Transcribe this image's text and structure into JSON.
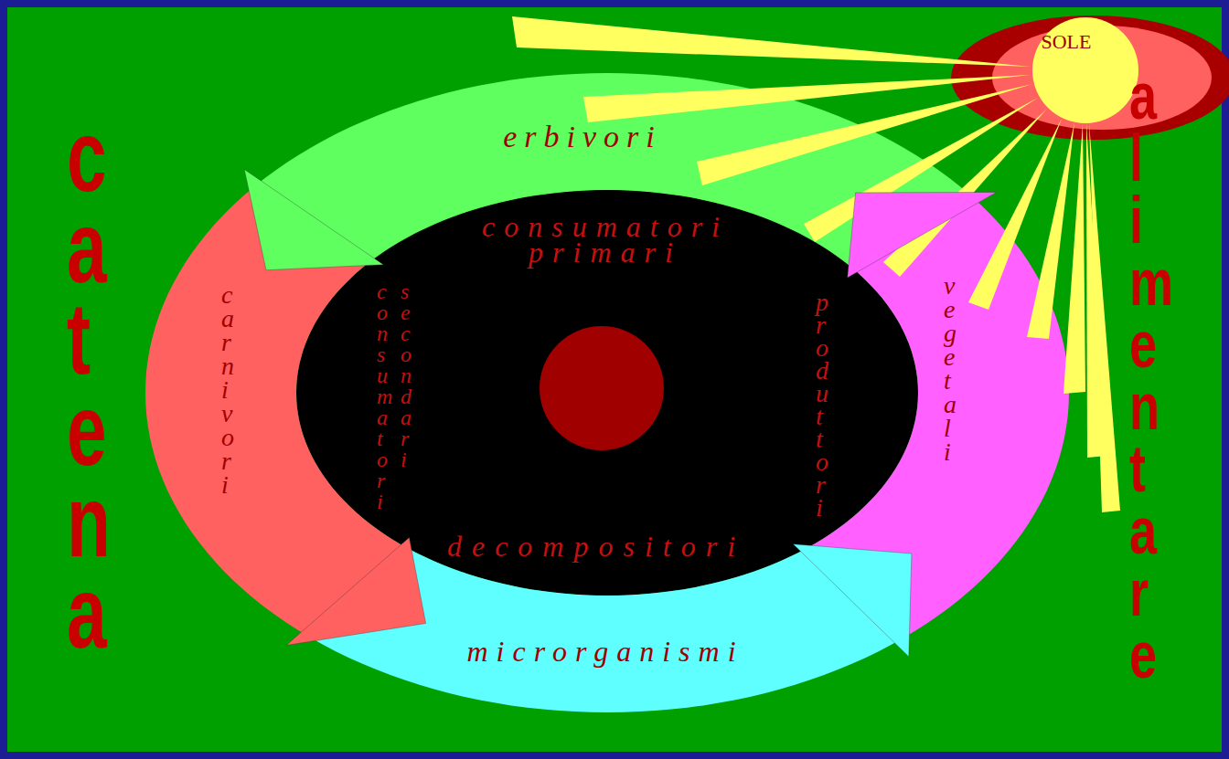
{
  "diagram": {
    "nodes": [
      {
        "text": [
          "SOLE"
        ]
      },
      {
        "text": [
          "erbivori",
          "consumatori primari"
        ]
      },
      {
        "text": [
          "carnivori",
          "consumatori secondari"
        ]
      },
      {
        "text": [
          "vegetali",
          "produttori"
        ]
      },
      {
        "text": [
          "microrganismi",
          "decompositori"
        ]
      }
    ],
    "edges": [
      {
        "from": 3,
        "to": 1,
        "arrow": "to"
      },
      {
        "from": 1,
        "to": 2,
        "arrow": "to"
      },
      {
        "from": 2,
        "to": 4,
        "arrow": "to"
      },
      {
        "from": 4,
        "to": 3,
        "arrow": "to"
      }
    ],
    "labels": [
      "catena",
      "alimentare"
    ]
  }
}
